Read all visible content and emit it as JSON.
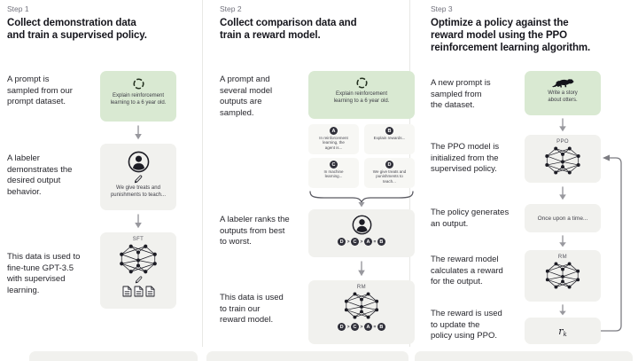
{
  "palette": {
    "green": "#d9e9d2",
    "graybox": "#f1f1ee",
    "chipbg": "#f7f7f4",
    "ink": "#16161d",
    "muted": "#71717c",
    "arrow": "#98989e",
    "divider": "#e8e8e5"
  },
  "icons": {
    "cycle": "dashed-circle-loop",
    "labeler": "person-in-circle",
    "pencil": "pencil",
    "documents": "three-documents",
    "network": "neural-network-graph",
    "otter": "otter-silhouette",
    "brace": "curly-brace-down",
    "arrow": "down-arrow",
    "loop": "feedback-loop-arrow"
  },
  "step1": {
    "label": "Step 1",
    "heading": "Collect demonstration data\nand train a supervised policy.",
    "caption_prompt": "A prompt is\nsampled from our\nprompt dataset.",
    "caption_labeler": "A labeler\ndemonstrates the\ndesired output\nbehavior.",
    "caption_finetune": "This data is used to\nfine-tune GPT-3.5\nwith supervised\nlearning.",
    "prompt_box": "Explain reinforcement\nlearning to a 6 year old.",
    "labeler_box": "We give treats and\npunishments to teach...",
    "sft_label": "SFT"
  },
  "step2": {
    "label": "Step 2",
    "heading": "Collect comparison data and\ntrain a reward model.",
    "caption_prompt": "A prompt and\nseveral model\noutputs are\nsampled.",
    "caption_rank": "A labeler ranks the\noutputs from best\nto worst.",
    "caption_train": "This data is used\nto train our\nreward model.",
    "prompt_box": "Explain reinforcement\nlearning to a 6 year old.",
    "outputs": [
      {
        "id": "A",
        "text": "In reinforcement\nlearning, the\nagent is..."
      },
      {
        "id": "B",
        "text": "Explain rewards..."
      },
      {
        "id": "C",
        "text": "In machine\nlearning..."
      },
      {
        "id": "D",
        "text": "We give treats and\npunishments to\nteach..."
      }
    ],
    "ranking": {
      "r1": "D",
      "s1": ">",
      "r2": "C",
      "s2": ">",
      "r3": "A",
      "s3": "=",
      "r4": "B"
    },
    "rm_label": "RM"
  },
  "step3": {
    "label": "Step 3",
    "heading": "Optimize a policy against the\nreward model using the PPO\nreinforcement learning algorithm.",
    "caption_prompt": "A new prompt is\nsampled from\nthe dataset.",
    "caption_init": "The PPO model is\ninitialized from the\nsupervised policy.",
    "caption_generate": "The policy generates\nan output.",
    "caption_reward": "The reward model\ncalculates a reward\nfor the output.",
    "caption_update": "The reward is used\nto update the\npolicy using PPO.",
    "prompt_box": "Write a story\nabout otters.",
    "ppo_label": "PPO",
    "output_box": "Once upon a time...",
    "rm_label": "RM",
    "reward_var": "r",
    "reward_sub": "k"
  }
}
